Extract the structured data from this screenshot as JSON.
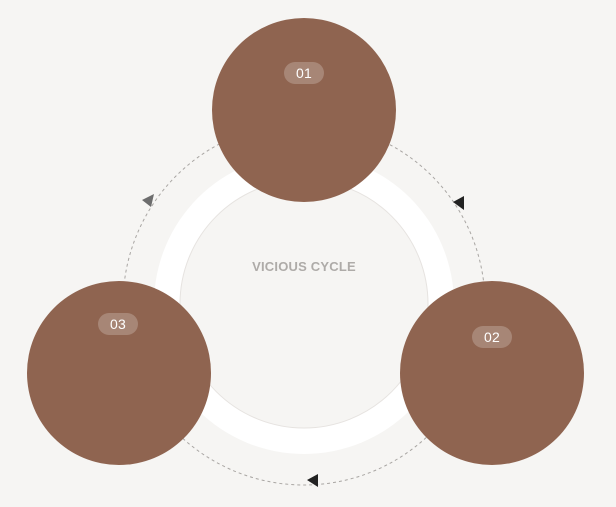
{
  "diagram": {
    "center_label": "VICIOUS CYCLE",
    "nodes": [
      {
        "label": "01"
      },
      {
        "label": "02"
      },
      {
        "label": "03"
      }
    ]
  },
  "colors": {
    "node_fill": "#8f6450",
    "background": "#f6f5f3",
    "ring_fill": "#ffffff",
    "inner_fill": "#f6f5f3",
    "dash_stroke": "#a9a6a3",
    "arrow_dark": "#222222",
    "arrow_gray": "#6d6d6d"
  }
}
